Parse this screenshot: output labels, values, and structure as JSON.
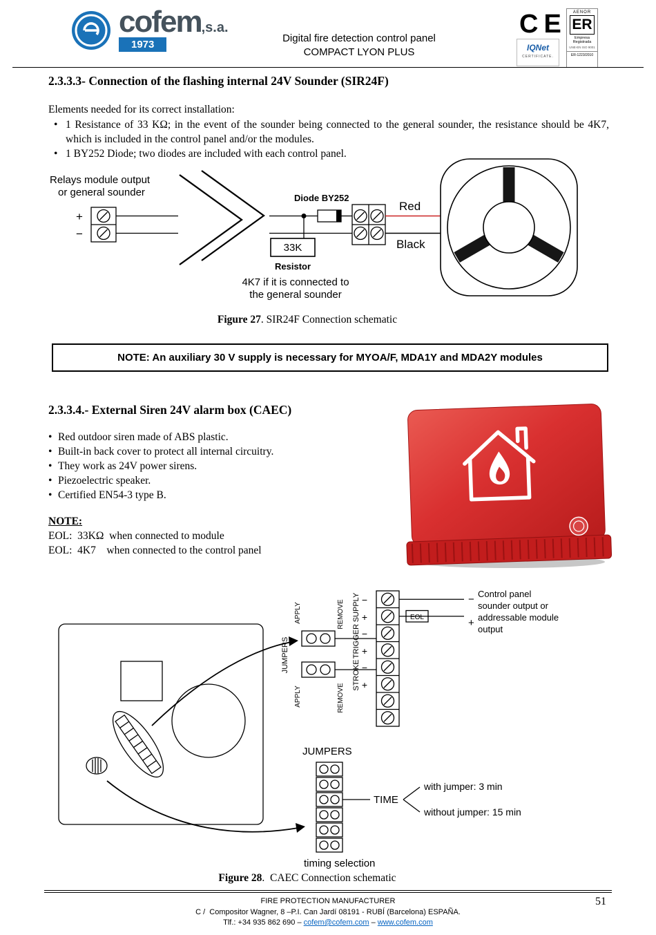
{
  "colors": {
    "logo_blue": "#1a72b8",
    "siren_red": "#d32f2f",
    "wire_red": "#cc2222",
    "link_blue": "#0563c1"
  },
  "header": {
    "logo": {
      "brand": "cofem",
      "suffix": ",s.a.",
      "year": "1973"
    },
    "title_line1": "Digital fire detection control panel",
    "title_line2": "COMPACT LYON PLUS",
    "ce_mark": "CE",
    "iqnet": {
      "name": "IQNet",
      "certificate": "CERTIFICATE."
    },
    "aenor": {
      "name": "AENOR",
      "er": "ER",
      "registered": "Empresa Registrada",
      "iso": "UNE-EN ISO 9001",
      "code": "ER-1223/2010"
    }
  },
  "section_sir24f": {
    "title": "2.3.3.3- Connection of the flashing internal 24V Sounder (SIR24F)",
    "intro": "Elements needed for its correct installation:",
    "bullets": [
      "1 Resistance of 33 KΩ; in the event of the sounder being connected to the general sounder, the resistance should be  4K7, which is included in the control panel and/or the modules.",
      "1 BY252 Diode; two diodes are included with each control panel."
    ]
  },
  "figure27": {
    "relays_line1": "Relays module output",
    "relays_line2": "or general sounder",
    "plus": "+",
    "minus": "−",
    "diode_label": "Diode BY252",
    "resistor_value": "33K",
    "resistor_label": "Resistor",
    "resistor_note1": "4K7 if it is connected to",
    "resistor_note2": "the general sounder",
    "wire_red": "Red",
    "wire_black": "Black",
    "caption_bold": "Figure 27",
    "caption_text": ". SIR24F Connection schematic"
  },
  "note_box": {
    "text": "NOTE: An auxiliary 30 V supply is necessary for MYOA/F, MDA1Y and MDA2Y modules"
  },
  "section_caec": {
    "title": "2.3.3.4.- External Siren  24V alarm box (CAEC)",
    "bullets": [
      "Red outdoor siren made of ABS plastic.",
      "Built-in back cover to protect all internal circuitry.",
      "They work as 24V power sirens.",
      "Piezoelectric speaker.",
      "Certified EN54-3 type B."
    ],
    "note_label": "NOTE:",
    "eol_line1": "EOL:  33KΩ  when connected to module",
    "eol_line2": "EOL:  4K7    when connected to the control panel"
  },
  "figure28": {
    "supply": "SUPPLY",
    "trigger": "TRIGGER",
    "strobe": "STROKE",
    "plus": "+",
    "minus": "−",
    "eol": "EOL",
    "output_line1": "Control panel",
    "output_line2": "sounder output or",
    "output_line3": "addressable module",
    "output_line4": "output",
    "jumpers_vertical": "JUMPERS",
    "apply": "APPLY",
    "remove": "REMOVE",
    "jumpers_heading": "JUMPERS",
    "time": "TIME",
    "with_jumper": "with jumper: 3 min",
    "without_jumper": "without jumper: 15 min",
    "timing_selection": "timing selection",
    "caption_bold": "Figure 28",
    "caption_text": ".  CAEC Connection schematic"
  },
  "footer": {
    "line1": "FIRE PROTECTION MANUFACTURER",
    "line2": "C /  Compositor Wagner, 8 –P.I. Can Jardí 08191 - RUBÍ (Barcelona) ESPAÑA.",
    "tel_prefix": "Tlf.: +34 935 862 690 – ",
    "email": "cofem@cofem.com",
    "separator": " – ",
    "website": "www.cofem.com",
    "page_number": "51"
  }
}
